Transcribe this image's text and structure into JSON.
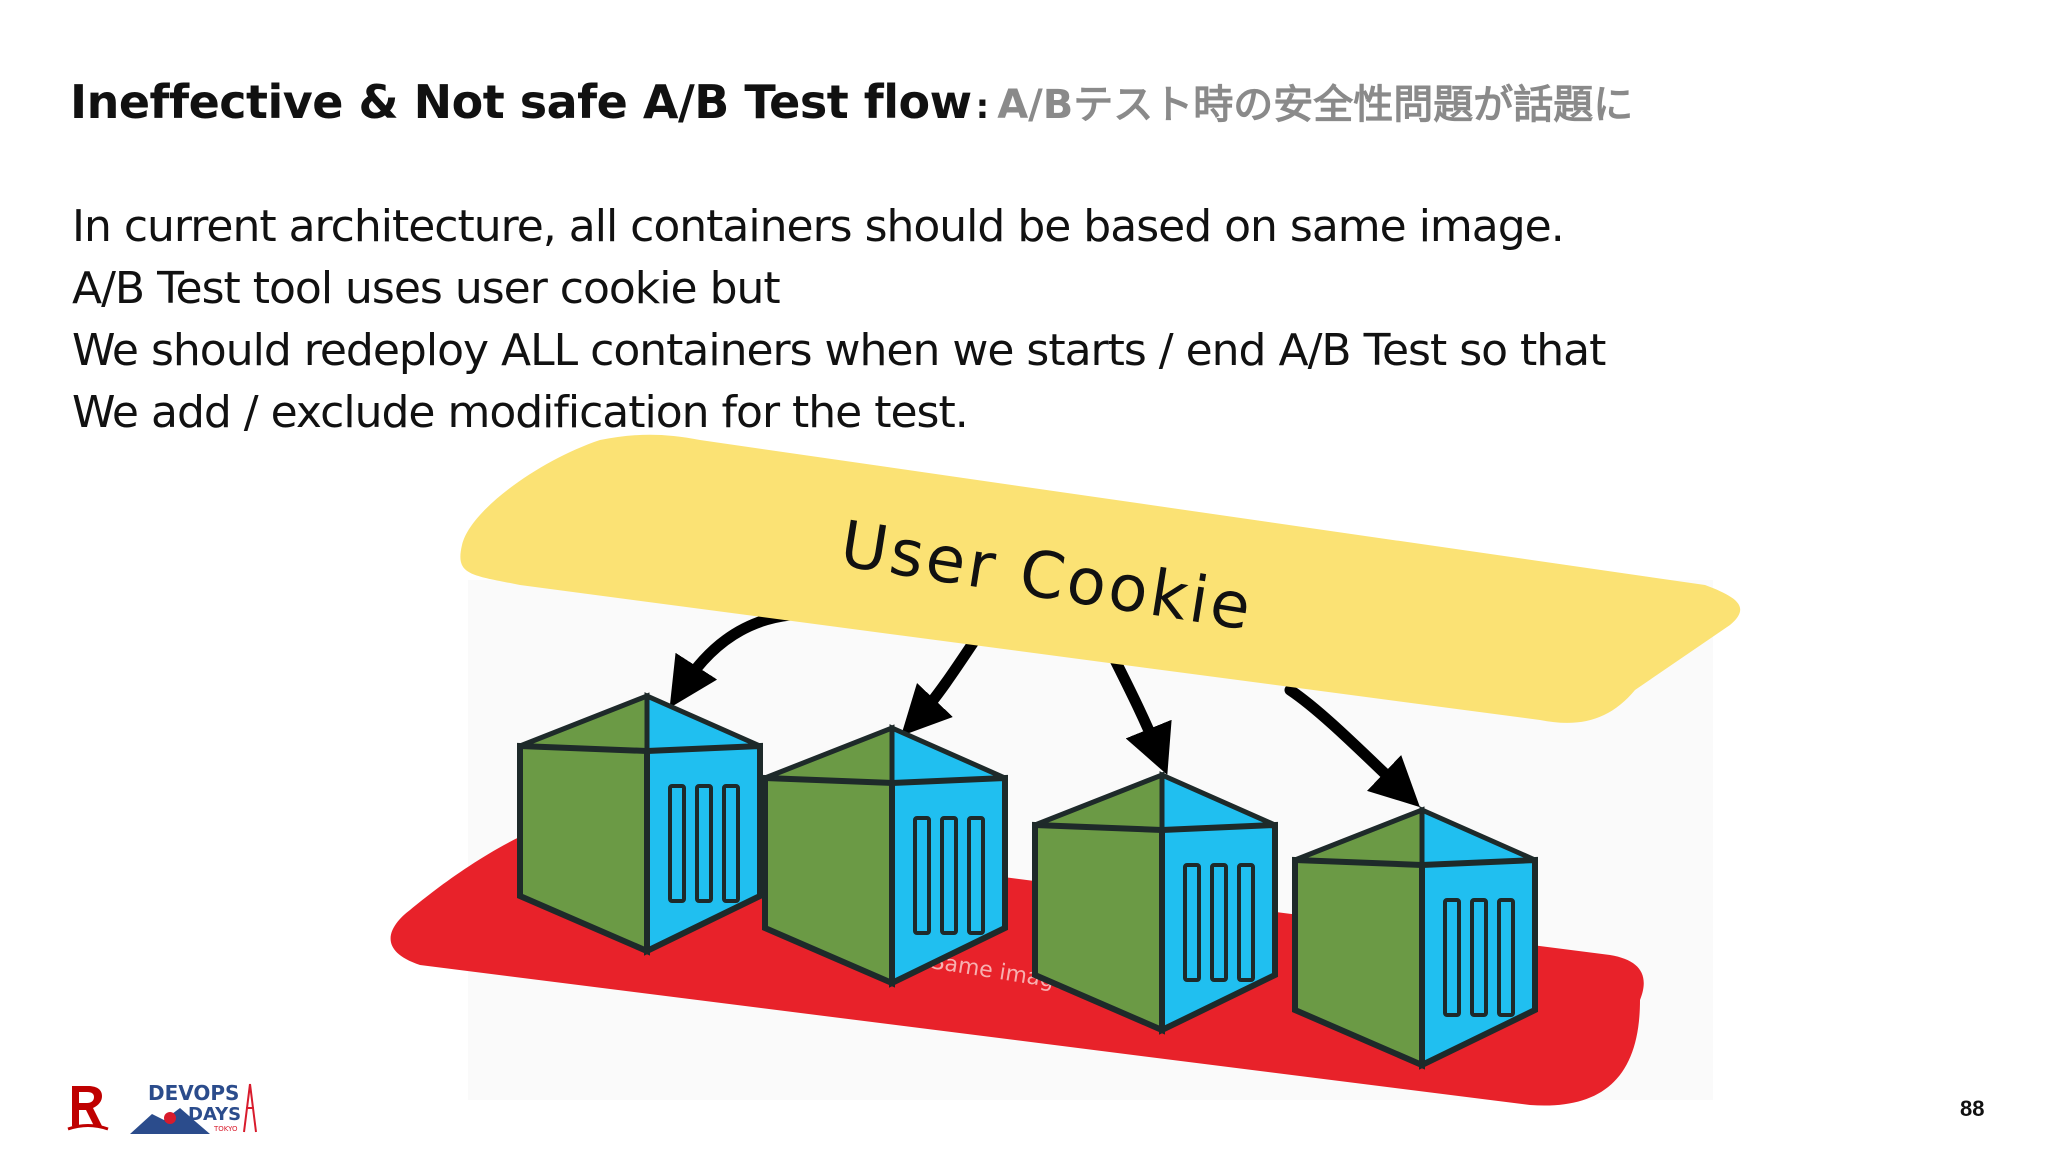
{
  "header": {
    "title_main": "Ineffective & Not safe A/B Test flow",
    "title_separator": ":",
    "title_sub": "A/Bテスト時の安全性問題が話題に"
  },
  "body": {
    "lines": [
      "In current architecture, all containers should be based on same image.",
      "A/B Test tool uses user cookie but",
      "We should redeploy ALL containers when we starts / end A/B Test so that",
      "We add / exclude modification for the test."
    ]
  },
  "diagram": {
    "cookie_label": "User Cookie",
    "platform_label": "Same image",
    "container_count": 4,
    "colors": {
      "cookie": "#fbe274",
      "platform": "#e8222a",
      "container_green": "#6b9a45",
      "container_blue": "#20bff0",
      "outline": "#1e2a2a"
    }
  },
  "footer": {
    "page_number": "88",
    "logos": [
      "rakuten-logo",
      "devopsdays-tokyo-logo"
    ],
    "devops_logo_line1": "DEVOPS",
    "devops_logo_line2": "DAYS",
    "devops_logo_line3": "TOKYO",
    "brand_red": "#bf0000"
  }
}
